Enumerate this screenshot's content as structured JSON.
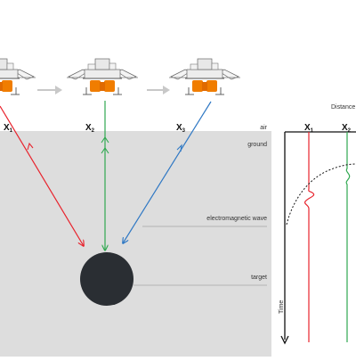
{
  "colors": {
    "ground": "#dddddd",
    "red": "#e8232d",
    "green": "#2fa84f",
    "blue": "#2f78c4",
    "target": "#2a2e33",
    "orange": "#f07d00",
    "arrow_grey": "#c8c8c8"
  },
  "labels": {
    "air": "air",
    "ground": "ground",
    "wave": "electromagnetic wave",
    "target": "target",
    "distance": "Distance",
    "time": "Time"
  },
  "positions": {
    "x_letter": "X",
    "x1_sub": "1",
    "x2_sub": "2",
    "x3_sub": "3"
  },
  "icons": [
    "drone-icon",
    "right-arrow-icon"
  ]
}
